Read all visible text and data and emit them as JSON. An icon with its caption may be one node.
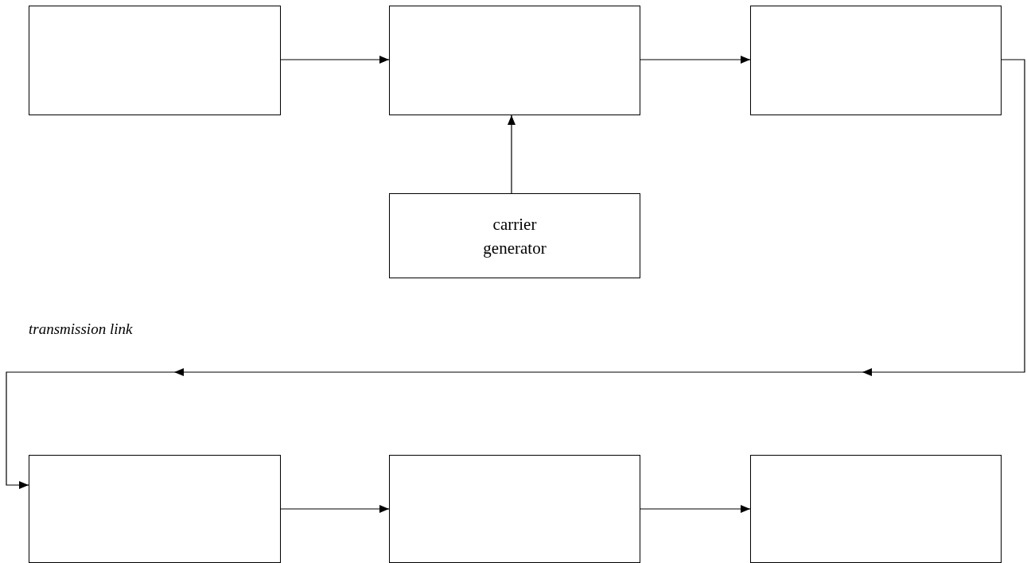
{
  "diagram": {
    "nodes": [
      {
        "text": [],
        "shape": "box"
      },
      {
        "text": [],
        "shape": "box"
      },
      {
        "text": [],
        "shape": "box"
      },
      {
        "text": [
          "carrier generator"
        ]
      },
      {
        "text": [],
        "shape": "box"
      },
      {
        "text": [],
        "shape": "box"
      },
      {
        "text": [],
        "shape": "box"
      }
    ],
    "edges": [
      {
        "from": 0,
        "to": 1,
        "arrow": "to"
      },
      {
        "from": 1,
        "to": 2,
        "arrow": "to"
      },
      {
        "from": 3,
        "to": 1,
        "arrow": "to"
      },
      {
        "from": 2,
        "to": 4,
        "arrow": "to",
        "label": "transmission link"
      },
      {
        "from": 4,
        "to": 5,
        "arrow": "to"
      },
      {
        "from": 5,
        "to": 6,
        "arrow": "to"
      }
    ]
  }
}
